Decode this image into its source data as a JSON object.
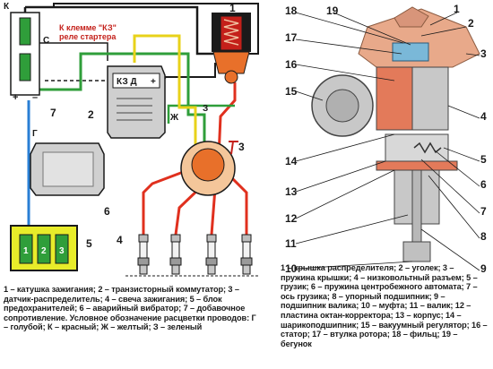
{
  "left_diagram": {
    "wire_labels": {
      "k": "К",
      "c": "С",
      "plus": "+",
      "minus": "–",
      "g": "Г",
      "zh": "Ж",
      "z": "З"
    },
    "note": "К клемме \"КЗ\"",
    "note_line2": "реле стартера",
    "part_numbers": {
      "p1": "1",
      "p2": "2",
      "p3": "3",
      "p4": "4",
      "p5": "5",
      "p6": "6",
      "p7": "7"
    },
    "commutator_terminals": "КЗ Д",
    "commutator_plus": "+",
    "fuse_labels": [
      "1",
      "2",
      "3"
    ],
    "colors": {
      "red": "#e0301e",
      "green": "#2f9e3a",
      "yellow": "#e8d21a",
      "blue": "#2a7fd4",
      "black": "#1a1a1a",
      "coil_orange": "#e8702a",
      "fuse_box": "#e8ec2a"
    }
  },
  "right_diagram": {
    "labels_left": [
      "18",
      "17",
      "16",
      "15",
      "14",
      "13",
      "12",
      "11",
      "10"
    ],
    "labels_right": [
      "19",
      "1",
      "2",
      "3",
      "4",
      "5",
      "6",
      "7",
      "8",
      "9"
    ]
  },
  "captions": {
    "left": "1 – катушка зажигания; 2 – транзисторный коммутатор; 3 – датчик-распределитель; 4 – свеча зажигания; 5 – блок предохранителей; 6 – аварийный вибратор; 7 – добавочное сопротивление. Условное обозначение расцветки проводов: Г – голубой; К – красный; Ж – желтый; З – зеленый",
    "right": "1 – крышка распределителя; 2 – уголек; 3 – пружина крышки; 4 – низковольтный разъем; 5 – грузик; 6 – пружина центробежного автомата; 7 – ось грузика; 8 – упорный подшипник; 9 – подшипник валика; 10 – муфта; 11 – валик; 12 – пластина октан-корректора; 13 – корпус; 14 – шарикоподшипник; 15 – вакуумный регулятор; 16 – статор; 17 – втулка ротора; 18 – фильц; 19 – бегунок"
  }
}
